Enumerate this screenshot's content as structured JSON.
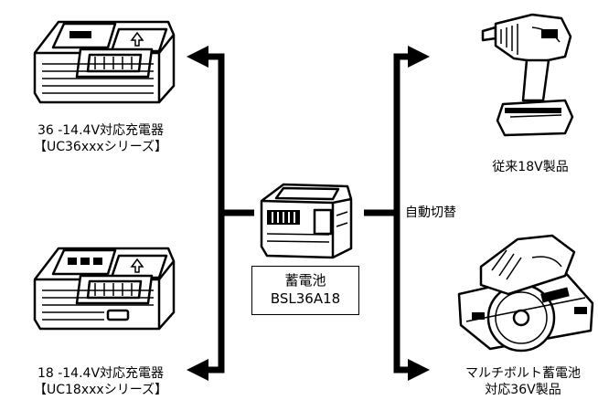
{
  "charger_top": {
    "line1": "36 -14.4V対応充電器",
    "line2": "【UC36xxxシリーズ】"
  },
  "charger_bottom": {
    "line1": "18 -14.4V対応充電器",
    "line2": "【UC18xxxシリーズ】"
  },
  "battery": {
    "label_line1": "蓄電池",
    "label_line2": "BSL36A18"
  },
  "auto_switch_label": "自動切替",
  "tool_top": {
    "label": "従来18V製品"
  },
  "tool_bottom": {
    "line1": "マルチボルト蓄電池",
    "line2": "対応36V製品"
  }
}
